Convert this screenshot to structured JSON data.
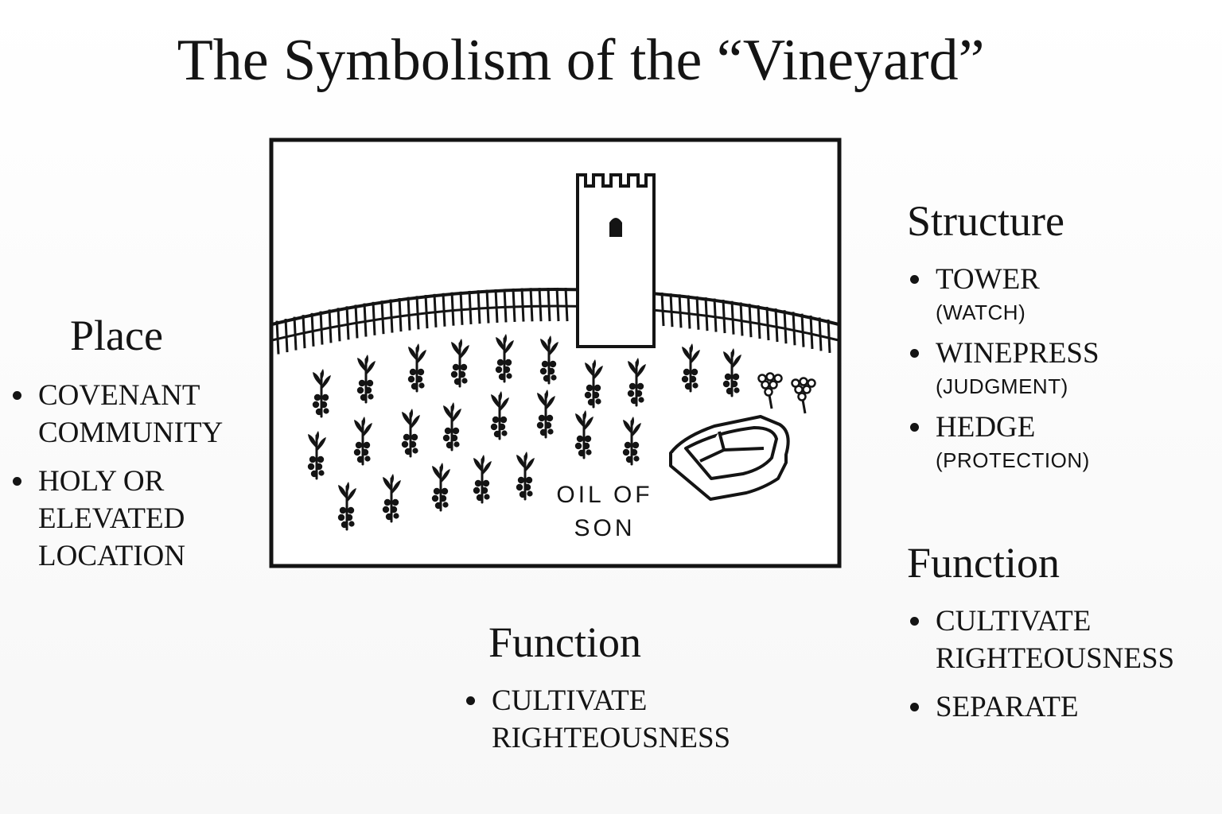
{
  "title": "The Symbolism of the “Vineyard”",
  "place": {
    "heading": "Place",
    "items": [
      {
        "lines": [
          "COVENANT",
          "COMMUNITY"
        ]
      },
      {
        "lines": [
          "HOLY OR",
          "ELEVATED",
          "LOCATION"
        ]
      }
    ]
  },
  "structure": {
    "heading": "Structure",
    "items": [
      {
        "label": "TOWER",
        "meaning": "(WATCH)"
      },
      {
        "label": "WINEPRESS",
        "meaning": "(JUDGMENT)"
      },
      {
        "label": "HEDGE",
        "meaning": "(PROTECTION)"
      }
    ]
  },
  "function_right": {
    "heading": "Function",
    "items": [
      {
        "lines": [
          "CULTIVATE",
          "RIGHTEOUSNESS"
        ]
      },
      {
        "lines": [
          "SEPARATE"
        ]
      }
    ]
  },
  "function_center": {
    "heading": "Function",
    "items": [
      {
        "lines": [
          "CULTIVATE",
          "RIGHTEOUSNESS"
        ]
      }
    ]
  },
  "illustration": {
    "label_lines": [
      "OIL OF",
      "SON"
    ],
    "icons": [
      "tower-icon",
      "fence-icon",
      "vine-icon",
      "grape-cluster-icon",
      "winepress-icon"
    ]
  }
}
